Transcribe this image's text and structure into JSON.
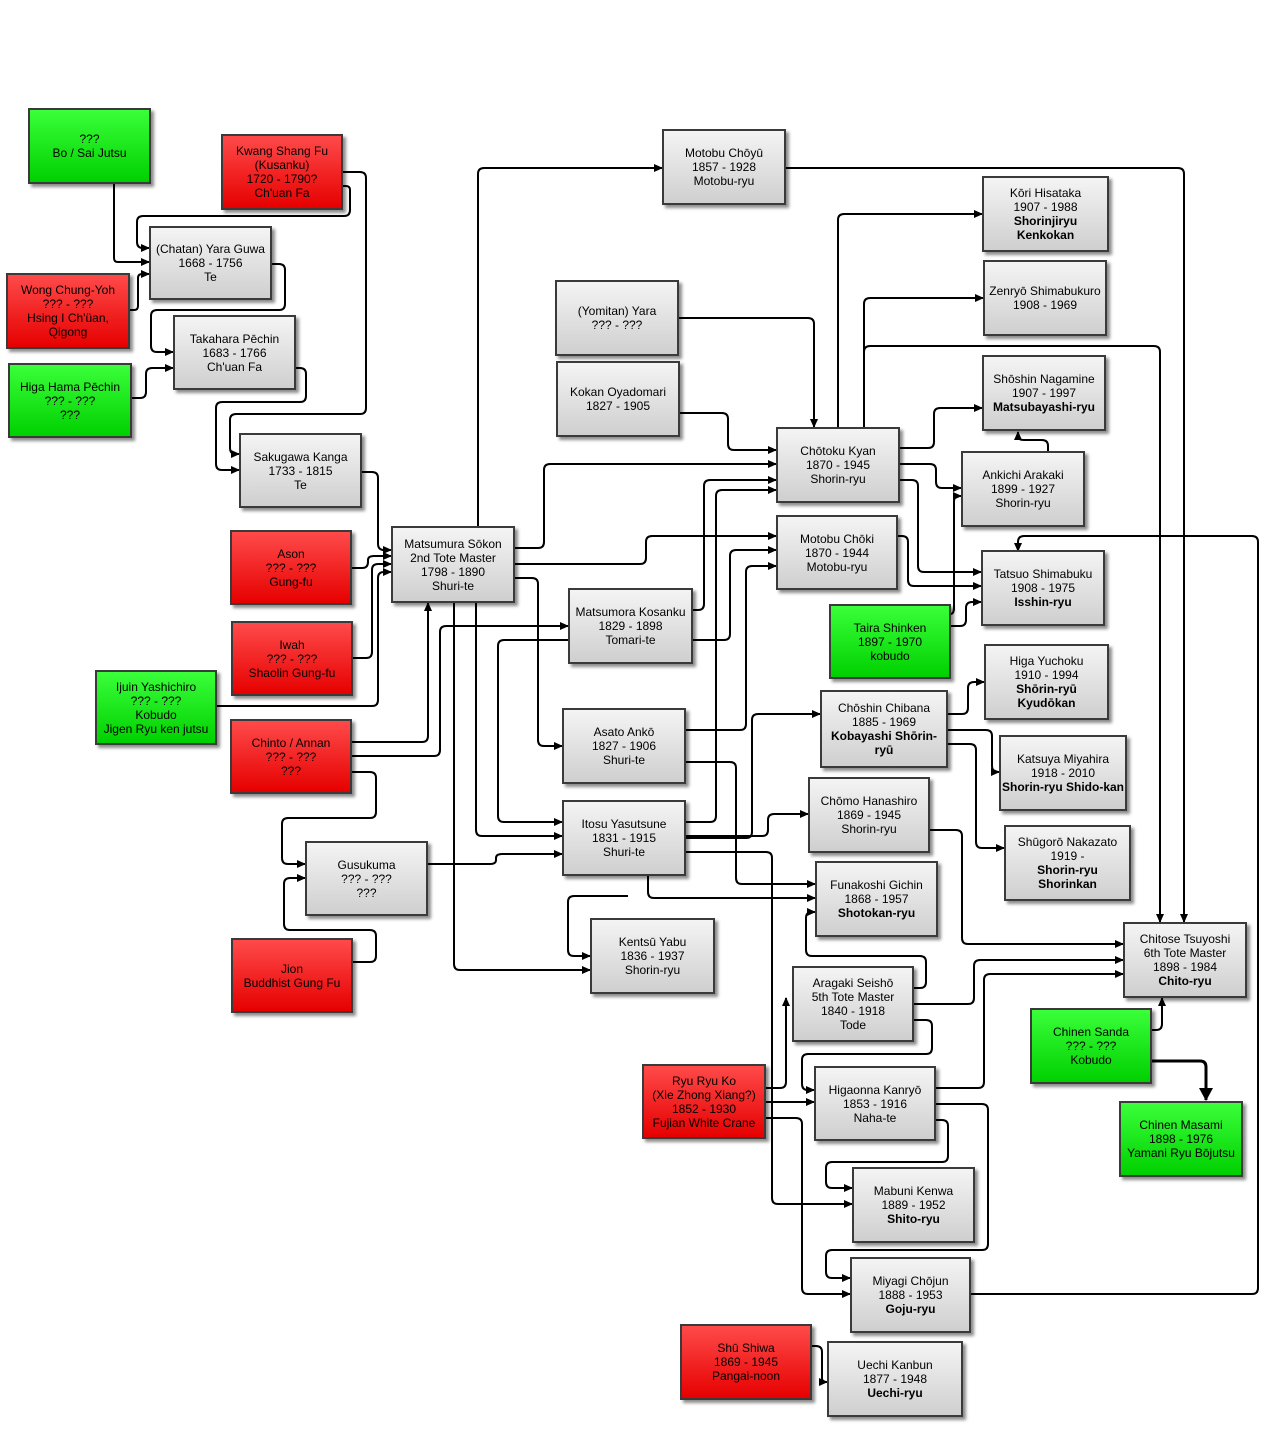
{
  "colors": {
    "gray": "#e0e0e0",
    "red": "#ff2a2a",
    "green": "#22f022",
    "border": "#3a3a3a",
    "edge": "#000000"
  },
  "nodes": [
    {
      "id": "bosai",
      "color": "green",
      "lines": [
        {
          "t": "???"
        },
        {
          "t": "Bo / Sai Jutsu"
        }
      ]
    },
    {
      "id": "kusanku",
      "color": "red",
      "lines": [
        {
          "t": "Kwang Shang Fu"
        },
        {
          "t": "(Kusanku)"
        },
        {
          "t": "1720 - 1790?"
        },
        {
          "t": "Ch'uan Fa"
        }
      ]
    },
    {
      "id": "yaraguwa",
      "color": "gray",
      "lines": [
        {
          "t": "(Chatan) Yara Guwa"
        },
        {
          "t": "1668 - 1756"
        },
        {
          "t": "Te"
        }
      ]
    },
    {
      "id": "wongchung",
      "color": "red",
      "lines": [
        {
          "t": "Wong Chung-Yoh"
        },
        {
          "t": "??? - ???"
        },
        {
          "t": "Hsing I Ch'üan,"
        },
        {
          "t": "Qigong"
        }
      ]
    },
    {
      "id": "takahara",
      "color": "gray",
      "lines": [
        {
          "t": "Takahara Pēchin"
        },
        {
          "t": "1683 - 1766"
        },
        {
          "t": "Ch'uan Fa"
        }
      ]
    },
    {
      "id": "higahama",
      "color": "green",
      "lines": [
        {
          "t": "Higa Hama Pēchin"
        },
        {
          "t": "??? - ???"
        },
        {
          "t": "???"
        }
      ]
    },
    {
      "id": "sakugawa",
      "color": "gray",
      "lines": [
        {
          "t": "Sakugawa Kanga"
        },
        {
          "t": "1733 - 1815"
        },
        {
          "t": "Te"
        }
      ]
    },
    {
      "id": "ason",
      "color": "red",
      "lines": [
        {
          "t": "Ason"
        },
        {
          "t": "??? - ???"
        },
        {
          "t": "Gung-fu"
        }
      ]
    },
    {
      "id": "iwah",
      "color": "red",
      "lines": [
        {
          "t": "Iwah"
        },
        {
          "t": "??? - ???"
        },
        {
          "t": "Shaolin Gung-fu"
        }
      ]
    },
    {
      "id": "ijuin",
      "color": "green",
      "lines": [
        {
          "t": "Ijuin Yashichiro"
        },
        {
          "t": "??? - ???"
        },
        {
          "t": "Kobudo"
        },
        {
          "t": "Jigen Ryu ken jutsu"
        }
      ]
    },
    {
      "id": "chinto",
      "color": "red",
      "lines": [
        {
          "t": "Chinto / Annan"
        },
        {
          "t": "??? - ???"
        },
        {
          "t": "???"
        }
      ]
    },
    {
      "id": "gusukuma",
      "color": "gray",
      "lines": [
        {
          "t": "Gusukuma"
        },
        {
          "t": "??? - ???"
        },
        {
          "t": "???"
        }
      ]
    },
    {
      "id": "jion",
      "color": "red",
      "lines": [
        {
          "t": "Jion"
        },
        {
          "t": "Buddhist Gung Fu"
        }
      ]
    },
    {
      "id": "matsumura",
      "color": "gray",
      "lines": [
        {
          "t": "Matsumura Sōkon"
        },
        {
          "t": "2nd Tote Master"
        },
        {
          "t": "1798 - 1890"
        },
        {
          "t": "Shuri-te"
        }
      ]
    },
    {
      "id": "motobuchoyu",
      "color": "gray",
      "lines": [
        {
          "t": "Motobu Chōyū"
        },
        {
          "t": "1857 - 1928"
        },
        {
          "t": "Motobu-ryu"
        }
      ]
    },
    {
      "id": "yomitan",
      "color": "gray",
      "lines": [
        {
          "t": "(Yomitan) Yara"
        },
        {
          "t": "??? - ???"
        }
      ]
    },
    {
      "id": "oyadomari",
      "color": "gray",
      "lines": [
        {
          "t": "Kokan Oyadomari"
        },
        {
          "t": "1827 - 1905"
        }
      ]
    },
    {
      "id": "kosanku",
      "color": "gray",
      "lines": [
        {
          "t": "Matsumora Kosanku"
        },
        {
          "t": "1829 - 1898"
        },
        {
          "t": "Tomari-te"
        }
      ]
    },
    {
      "id": "asato",
      "color": "gray",
      "lines": [
        {
          "t": "Asato Ankō"
        },
        {
          "t": "1827 - 1906"
        },
        {
          "t": "Shuri-te"
        }
      ]
    },
    {
      "id": "itosu",
      "color": "gray",
      "lines": [
        {
          "t": "Itosu Yasutsune"
        },
        {
          "t": "1831 - 1915"
        },
        {
          "t": "Shuri-te"
        }
      ]
    },
    {
      "id": "kentsu",
      "color": "gray",
      "lines": [
        {
          "t": "Kentsū Yabu"
        },
        {
          "t": "1836 - 1937"
        },
        {
          "t": "Shorin-ryu"
        }
      ]
    },
    {
      "id": "ryuryuko",
      "color": "red",
      "lines": [
        {
          "t": "Ryu Ryu Ko"
        },
        {
          "t": "(Xie Zhong Xiang?)"
        },
        {
          "t": "1852 - 1930"
        },
        {
          "t": "Fujian White Crane"
        }
      ]
    },
    {
      "id": "shushiwa",
      "color": "red",
      "lines": [
        {
          "t": "Shū Shiwa"
        },
        {
          "t": "1869 - 1945"
        },
        {
          "t": "Pangai-noon"
        }
      ]
    },
    {
      "id": "kyan",
      "color": "gray",
      "lines": [
        {
          "t": "Chōtoku Kyan"
        },
        {
          "t": "1870 - 1945"
        },
        {
          "t": "Shorin-ryu"
        }
      ]
    },
    {
      "id": "motobuchoki",
      "color": "gray",
      "lines": [
        {
          "t": "Motobu Chōki"
        },
        {
          "t": "1870 - 1944"
        },
        {
          "t": "Motobu-ryu"
        }
      ]
    },
    {
      "id": "taira",
      "color": "green",
      "lines": [
        {
          "t": "Taira Shinken"
        },
        {
          "t": "1897 - 1970"
        },
        {
          "t": "kobudo"
        }
      ]
    },
    {
      "id": "chibana",
      "color": "gray",
      "lines": [
        {
          "t": "Chōshin Chibana"
        },
        {
          "t": "1885 - 1969"
        },
        {
          "t": "Kobayashi Shōrin-",
          "b": true
        },
        {
          "t": "ryū",
          "b": true
        }
      ]
    },
    {
      "id": "hanashiro",
      "color": "gray",
      "lines": [
        {
          "t": "Chōmo Hanashiro"
        },
        {
          "t": "1869 - 1945"
        },
        {
          "t": "Shorin-ryu"
        }
      ]
    },
    {
      "id": "funakoshi",
      "color": "gray",
      "lines": [
        {
          "t": "Funakoshi Gichin"
        },
        {
          "t": "1868 - 1957"
        },
        {
          "t": "Shotokan-ryu",
          "b": true
        }
      ]
    },
    {
      "id": "aragaki",
      "color": "gray",
      "lines": [
        {
          "t": "Aragaki Seishō"
        },
        {
          "t": "5th Tote Master"
        },
        {
          "t": "1840 - 1918"
        },
        {
          "t": "Tode"
        }
      ]
    },
    {
      "id": "higaonna",
      "color": "gray",
      "lines": [
        {
          "t": "Higaonna Kanryō"
        },
        {
          "t": "1853 - 1916"
        },
        {
          "t": "Naha-te"
        }
      ]
    },
    {
      "id": "mabuni",
      "color": "gray",
      "lines": [
        {
          "t": "Mabuni Kenwa"
        },
        {
          "t": "1889 - 1952"
        },
        {
          "t": "Shito-ryu",
          "b": true
        }
      ]
    },
    {
      "id": "miyagi",
      "color": "gray",
      "lines": [
        {
          "t": "Miyagi Chōjun"
        },
        {
          "t": "1888 - 1953"
        },
        {
          "t": "Goju-ryu",
          "b": true
        }
      ]
    },
    {
      "id": "uechi",
      "color": "gray",
      "lines": [
        {
          "t": "Uechi Kanbun"
        },
        {
          "t": "1877 - 1948"
        },
        {
          "t": "Uechi-ryu",
          "b": true
        }
      ]
    },
    {
      "id": "kori",
      "color": "gray",
      "lines": [
        {
          "t": "Kōri Hisataka"
        },
        {
          "t": "1907 - 1988"
        },
        {
          "t": "Shorinjiryu",
          "b": true
        },
        {
          "t": "Kenkokan",
          "b": true
        }
      ]
    },
    {
      "id": "zenryo",
      "color": "gray",
      "lines": [
        {
          "t": "Zenryō Shimabukuro"
        },
        {
          "t": "1908 - 1969"
        }
      ]
    },
    {
      "id": "nagamine",
      "color": "gray",
      "lines": [
        {
          "t": "Shōshin Nagamine"
        },
        {
          "t": "1907 - 1997"
        },
        {
          "t": "Matsubayashi-ryu",
          "b": true
        }
      ]
    },
    {
      "id": "arakaki",
      "color": "gray",
      "lines": [
        {
          "t": "Ankichi Arakaki"
        },
        {
          "t": "1899 - 1927"
        },
        {
          "t": "Shorin-ryu"
        }
      ]
    },
    {
      "id": "tatsuo",
      "color": "gray",
      "lines": [
        {
          "t": "Tatsuo Shimabuku"
        },
        {
          "t": "1908 - 1975"
        },
        {
          "t": "Isshin-ryu",
          "b": true
        }
      ]
    },
    {
      "id": "higayuchoku",
      "color": "gray",
      "lines": [
        {
          "t": "Higa Yuchoku"
        },
        {
          "t": "1910 - 1994"
        },
        {
          "t": "Shōrin-ryū",
          "b": true
        },
        {
          "t": "Kyudōkan",
          "b": true
        }
      ]
    },
    {
      "id": "miyahira",
      "color": "gray",
      "lines": [
        {
          "t": "Katsuya Miyahira"
        },
        {
          "t": "1918 - 2010"
        },
        {
          "t": "Shorin-ryu Shido-kan",
          "b": true
        }
      ]
    },
    {
      "id": "nakazato",
      "color": "gray",
      "lines": [
        {
          "t": "Shūgorō Nakazato"
        },
        {
          "t": "1919 -"
        },
        {
          "t": "Shorin-ryu",
          "b": true
        },
        {
          "t": "Shorinkan",
          "b": true
        }
      ]
    },
    {
      "id": "chitose",
      "color": "gray",
      "lines": [
        {
          "t": "Chitose Tsuyoshi"
        },
        {
          "t": "6th Tote Master"
        },
        {
          "t": "1898 - 1984"
        },
        {
          "t": "Chito-ryu",
          "b": true
        }
      ]
    },
    {
      "id": "chinensanda",
      "color": "green",
      "lines": [
        {
          "t": "Chinen Sanda"
        },
        {
          "t": "??? - ???"
        },
        {
          "t": "Kobudo"
        }
      ]
    },
    {
      "id": "chinenmasami",
      "color": "green",
      "lines": [
        {
          "t": "Chinen Masami"
        },
        {
          "t": "1898 - 1976"
        },
        {
          "t": "Yamani Ryu Bōjutsu"
        }
      ]
    }
  ]
}
